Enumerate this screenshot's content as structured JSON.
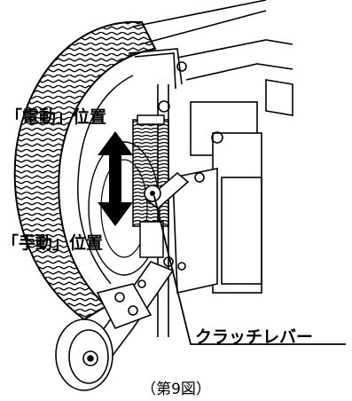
{
  "labels": {
    "electric_position": "「電動」位置",
    "manual_position": "「手動」位置",
    "clutch_lever": "クラッチレバー"
  },
  "caption": "（第9図）",
  "colors": {
    "line": "#000000",
    "background": "#ffffff",
    "arrow": "#000000"
  },
  "icons": {
    "movement_arrow": "double-headed-vertical-arrow"
  }
}
